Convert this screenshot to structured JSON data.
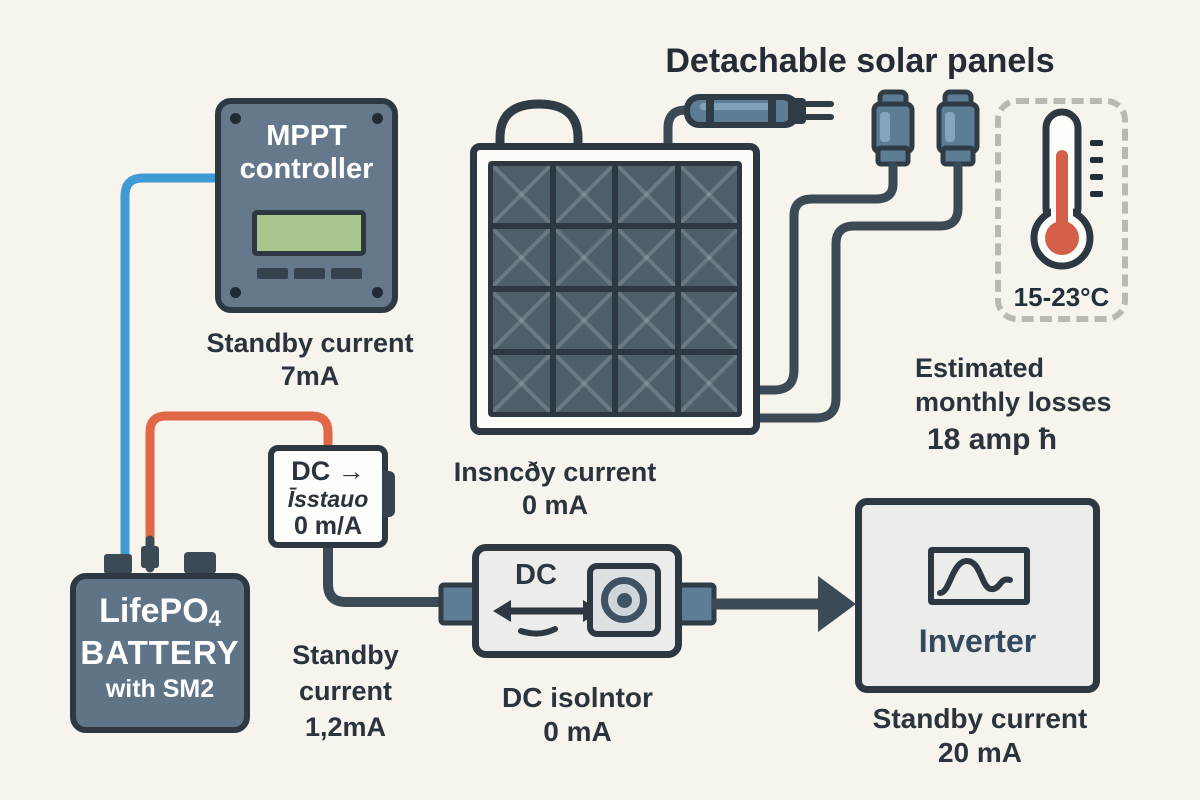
{
  "title": "Detachable solar panels",
  "mppt": {
    "label_line1": "MPPT",
    "label_line2": "controller",
    "caption_line1": "Standby current",
    "caption_line2": "7mA"
  },
  "solar_panel": {
    "caption_line1": "Insncðy current",
    "caption_line2": "0 mA"
  },
  "temperature_badge": {
    "range": "15-23°C"
  },
  "losses": {
    "line1": "Estimated",
    "line2": "monthly losses",
    "line3": "18 amp ћ"
  },
  "battery": {
    "name_main": "LifePO",
    "name_sub": "4",
    "name_line2": "BATTERY",
    "name_line3": "with SM2",
    "caption_line1": "Standby",
    "caption_line2": "current",
    "caption_line3": "1,2mA"
  },
  "dc_monitor": {
    "line1": "DC →",
    "line2": "Īsstauo",
    "line3": "0 m/A"
  },
  "dc_isolator": {
    "dc_label": "DC",
    "caption_line1": "DC isolntor",
    "caption_line2": "0 mA"
  },
  "inverter": {
    "label": "Inverter",
    "caption_line1": "Standby current",
    "caption_line2": "20 mA"
  },
  "colors": {
    "background": "#f7f4ee",
    "outline": "#2d3842",
    "wire_blue": "#3e9bd4",
    "wire_orange": "#e06848",
    "thermometer_red": "#d4604a",
    "component_blue_gray": "#66798c",
    "lcd_green": "#a9c78c"
  }
}
